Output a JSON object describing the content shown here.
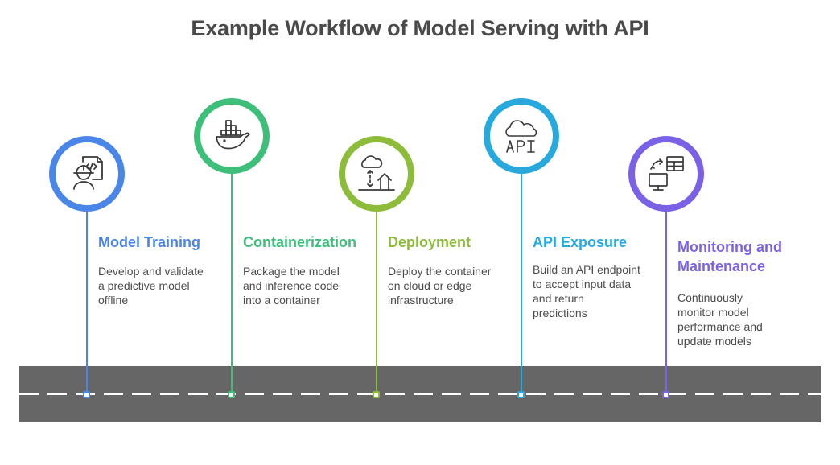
{
  "title": "Example Workflow of Model Serving with API",
  "stages": [
    {
      "heading": "Model Training",
      "desc_lines": [
        "Develop and validate",
        "a predictive model",
        "offline"
      ],
      "icon": "engineer-code-icon",
      "color": "#4a86e8"
    },
    {
      "heading": "Containerization",
      "desc_lines": [
        "Package the model",
        "and inference code",
        "into a container"
      ],
      "icon": "docker-whale-icon",
      "color": "#3dbf7a"
    },
    {
      "heading": "Deployment",
      "desc_lines": [
        "Deploy the container",
        "on cloud or edge",
        "infrastructure"
      ],
      "icon": "cloud-edge-deploy-icon",
      "color": "#8dbb3a"
    },
    {
      "heading": "API Exposure",
      "desc_lines": [
        "Build an API endpoint",
        "to accept input data",
        "and return",
        "predictions"
      ],
      "icon": "api-cloud-icon",
      "color": "#27a9dd"
    },
    {
      "heading_lines": [
        "Monitoring and",
        "Maintenance"
      ],
      "desc_lines": [
        "Continuously",
        "monitor model",
        "performance and",
        "update models"
      ],
      "icon": "monitor-sync-table-icon",
      "color": "#7b61e6"
    }
  ]
}
